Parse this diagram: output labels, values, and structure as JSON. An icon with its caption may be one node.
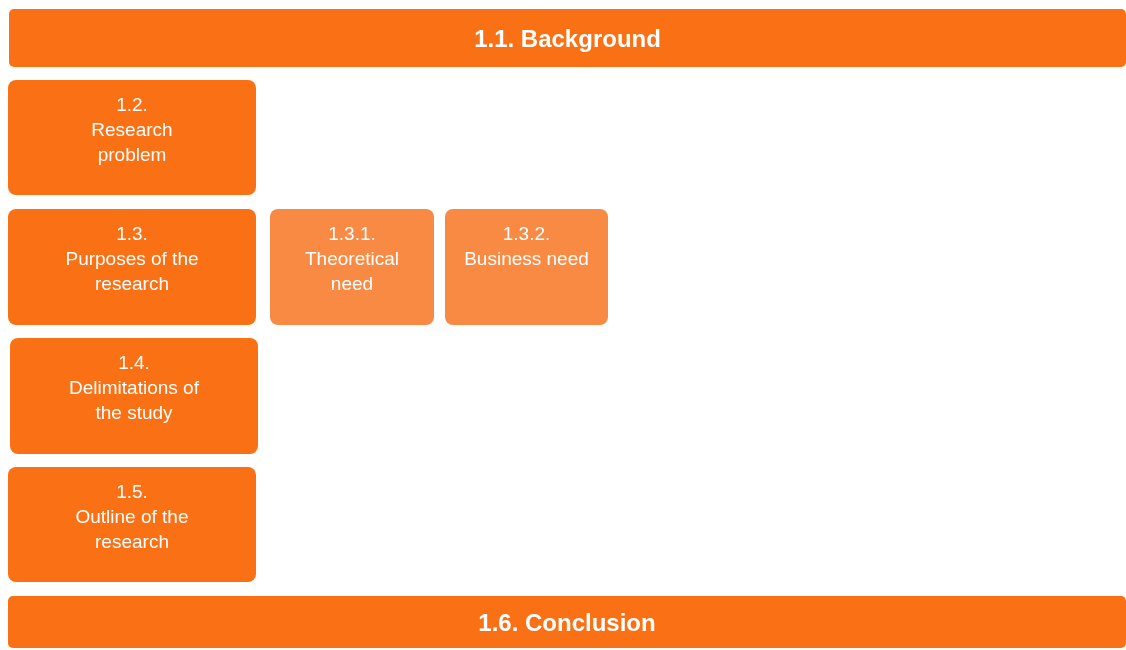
{
  "diagram": {
    "nodes": [
      {
        "text": [
          "1.1. Background"
        ]
      },
      {
        "text": [
          "1.2.",
          "Research problem"
        ]
      },
      {
        "text": [
          "1.3.",
          "Purposes of the research"
        ]
      },
      {
        "text": [
          "1.3.1.",
          "Theoretical need"
        ]
      },
      {
        "text": [
          "1.3.2.",
          "Business need"
        ]
      },
      {
        "text": [
          "1.4.",
          "Delimitations of the study"
        ]
      },
      {
        "text": [
          "1.5.",
          "Outline of the research"
        ]
      },
      {
        "text": [
          "1.6. Conclusion"
        ]
      }
    ]
  }
}
